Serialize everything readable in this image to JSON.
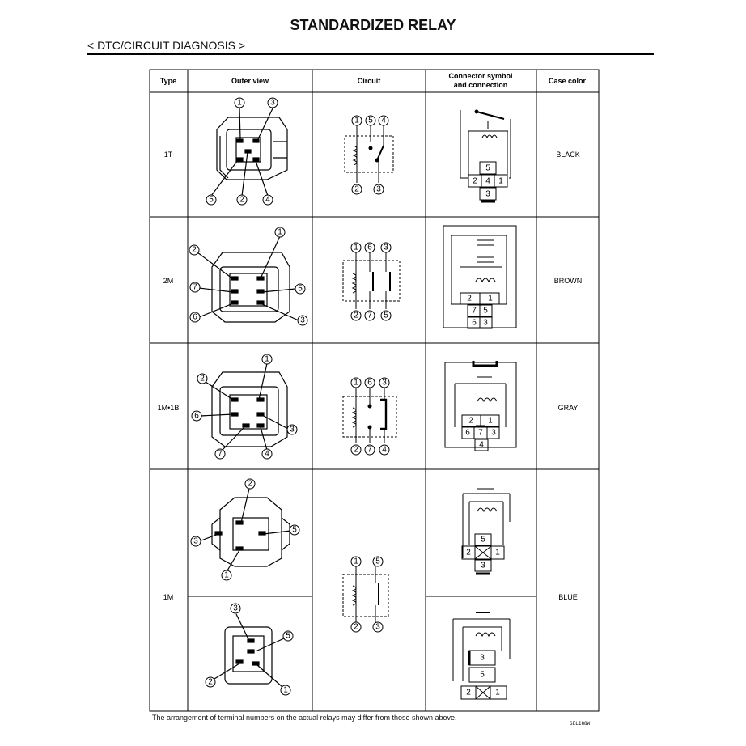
{
  "title": "STANDARDIZED RELAY",
  "subtitle": "< DTC/CIRCUIT DIAGNOSIS >",
  "table": {
    "headers": [
      "Type",
      "Outer view",
      "Circuit",
      "Connector symbol\nand connection",
      "Case color"
    ],
    "rows": [
      {
        "type": "1T",
        "color": "BLACK",
        "outer_terminals": [
          "1",
          "3",
          "5",
          "2",
          "4"
        ],
        "circuit_top": [
          "1",
          "5",
          "4"
        ],
        "circuit_bottom": [
          "2",
          "3"
        ],
        "connector_pins": [
          "5",
          "2",
          "4",
          "1",
          "3"
        ]
      },
      {
        "type": "2M",
        "color": "BROWN",
        "outer_terminals": [
          "1",
          "2",
          "7",
          "5",
          "6",
          "3"
        ],
        "circuit_top": [
          "1",
          "6",
          "3"
        ],
        "circuit_bottom": [
          "2",
          "7",
          "5"
        ],
        "connector_pins": [
          "2",
          "1",
          "7",
          "5",
          "6",
          "3"
        ]
      },
      {
        "type": "1M•1B",
        "color": "GRAY",
        "outer_terminals": [
          "1",
          "2",
          "6",
          "3",
          "7",
          "4"
        ],
        "circuit_top": [
          "1",
          "6",
          "3"
        ],
        "circuit_bottom": [
          "2",
          "7",
          "4"
        ],
        "connector_pins": [
          "2",
          "1",
          "6",
          "7",
          "3",
          "4"
        ]
      },
      {
        "type": "1M",
        "color": "BLUE",
        "outer_terminals_a": [
          "2",
          "3",
          "5",
          "1"
        ],
        "outer_terminals_b": [
          "3",
          "5",
          "2",
          "1"
        ],
        "circuit_top": [
          "1",
          "5"
        ],
        "circuit_bottom": [
          "2",
          "3"
        ],
        "connector_pins_a": [
          "5",
          "2",
          "1",
          "3"
        ],
        "connector_pins_b": [
          "3",
          "5",
          "2",
          "1"
        ]
      }
    ]
  },
  "footnote": "The arrangement of terminal numbers on the actual relays may differ from those shown above.",
  "figure_code": "SEL188W"
}
